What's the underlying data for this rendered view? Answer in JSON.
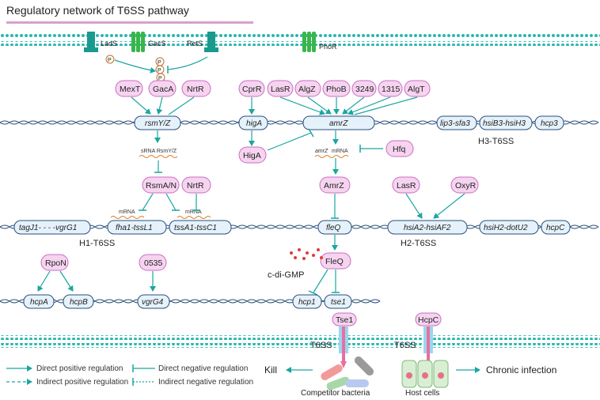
{
  "title": "Regulatory network of T6SS pathway",
  "colors": {
    "teal": "#1aa6a0",
    "green": "#3ab54a",
    "pink_fill": "#f6d4f0",
    "pink_stroke": "#c86ec0",
    "dna": "#2a4f7a",
    "gene_fill": "#e6f2fb",
    "title_bar": "#d9a0cf"
  },
  "membrane_proteins": {
    "lads": "LadS",
    "gacs": "GacS",
    "rets": "RetS",
    "phor": "PhoR",
    "p": "P"
  },
  "proteins": {
    "mext": "MexT",
    "gaca": "GacA",
    "nrtr1": "NrtR",
    "cprr": "CprR",
    "lasr1": "LasR",
    "algz": "AlgZ",
    "phob": "PhoB",
    "p3249": "3249",
    "p1315": "1315",
    "algt": "AlgT",
    "higa_p": "HigA",
    "hfq": "Hfq",
    "rsman": "RsmA/N",
    "nrtr2": "NrtR",
    "amrz_p": "AmrZ",
    "lasr2": "LasR",
    "oxyr": "OxyR",
    "rpon": "RpoN",
    "p0535": "0535",
    "fleq_p": "FleQ",
    "tse1_p": "Tse1",
    "hcpc_p": "HcpC"
  },
  "genes": {
    "rsmyz": "rsmY/Z",
    "higa": "higA",
    "amrz": "amrZ",
    "lip3": "lip3-sfa3",
    "hsib3": "hsiB3-hsiH3",
    "hcp3": "hcp3",
    "tagj1": "tagJ1- - - -vgrG1",
    "fha1": "fha1-tssL1",
    "tssa1": "tssA1-tssC1",
    "fleq": "fleQ",
    "hsia2": "hsiA2-hsiAF2",
    "hsih2": "hsiH2-dotU2",
    "hcpc": "hcpC",
    "hcpa": "hcpA",
    "hcpb": "hcpB",
    "vgrg4": "vgrG4",
    "hcp1": "hcp1",
    "tse1": "tse1"
  },
  "labels": {
    "h3": "H3-T6SS",
    "h1": "H1-T6SS",
    "h2": "H2-T6SS",
    "sRNA": "sRNA RsmY/Z",
    "amrz_mrna": "mRNA",
    "mrna1": "mRNA",
    "mrna2": "mRNA",
    "cdigmp": "c-di-GMP",
    "t6ss1": "T6SS",
    "t6ss2": "T6SS",
    "kill": "Kill",
    "competitor": "Competitor bacteria",
    "host": "Host cells",
    "chronic": "Chronic infection"
  },
  "legend": {
    "direct_pos": "Direct positive regulation",
    "indirect_pos": "Indirect positive regulation",
    "direct_neg": "Direct negative regulation",
    "indirect_neg": "Indirect negative regulation"
  }
}
